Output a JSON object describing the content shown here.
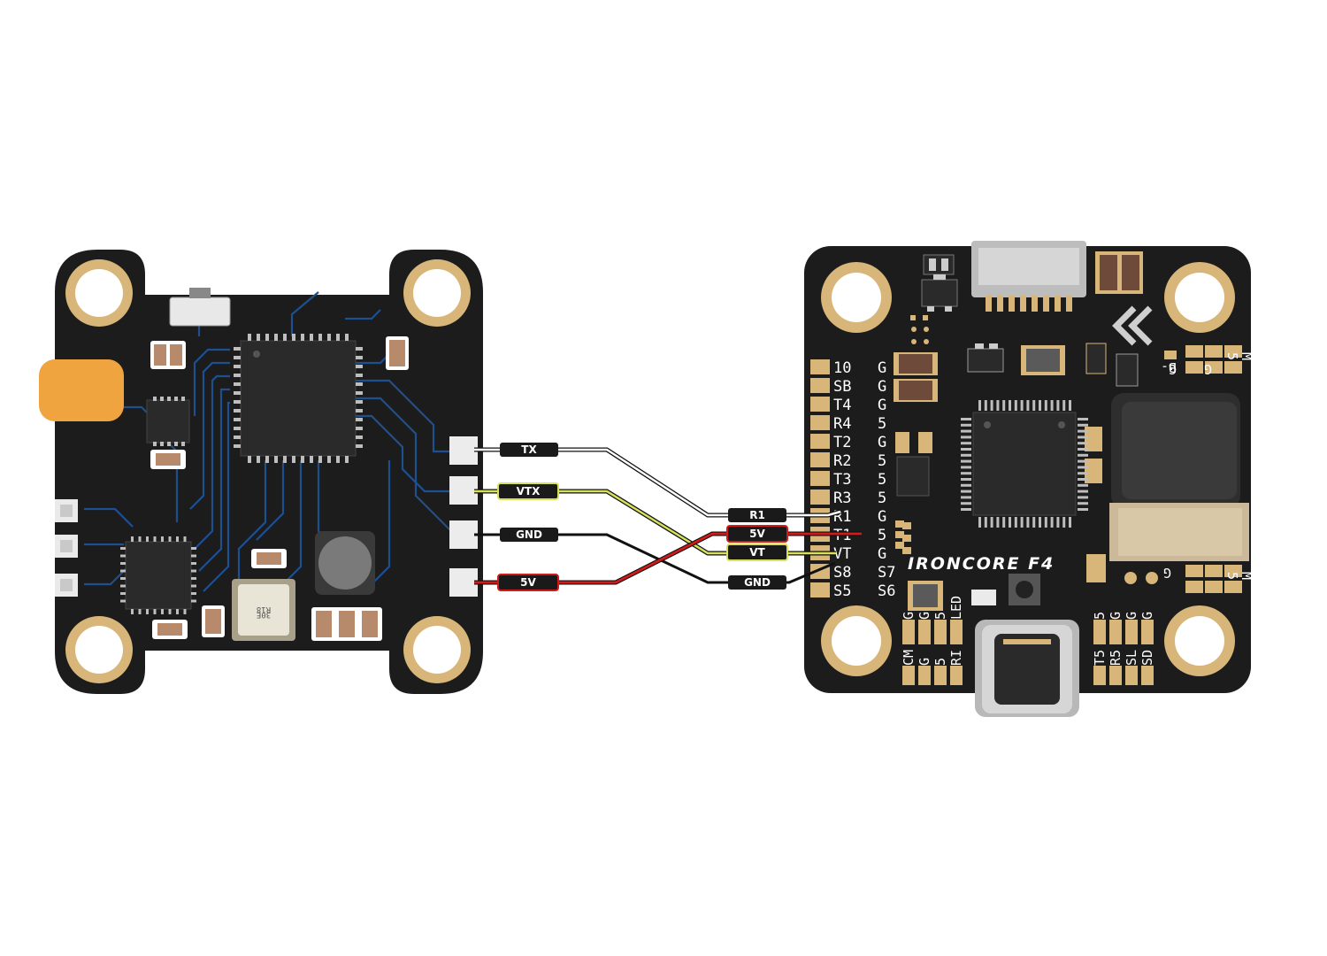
{
  "fc_board": {
    "brand": "IRONCORE F4",
    "left_pads": [
      "10",
      "SB",
      "T4",
      "R4",
      "T2",
      "R2",
      "T3",
      "R3",
      "R1",
      "T1",
      "VT",
      "S8",
      "S5"
    ],
    "right_pads": [
      "G",
      "G",
      "G",
      "5",
      "G",
      "5",
      "5",
      "5",
      "G",
      "5",
      "G",
      "S7",
      "S6"
    ],
    "bottom_left_pads_top": [
      "G",
      "G",
      "5",
      "LED"
    ],
    "bottom_left_pads_bottom": [
      "CM",
      "G",
      "5",
      "RI"
    ],
    "bottom_right_pads_top": [
      "5",
      "G",
      "G",
      "G"
    ],
    "bottom_right_pads_bottom": [
      "T5",
      "R5",
      "SL",
      "SD"
    ],
    "top_right_labels": [
      "B-",
      "G",
      "5",
      "G",
      "M"
    ],
    "side_right_labels": [
      "G",
      "5",
      "M"
    ]
  },
  "vtx_board": {
    "crystal_text_line1": "30E",
    "crystal_text_line2": "R18"
  },
  "wires": [
    {
      "vtx_label": "TX",
      "fc_label": "R1",
      "color": "#ffffff"
    },
    {
      "vtx_label": "VTX",
      "fc_label": "VT",
      "color": "#d6e05a"
    },
    {
      "vtx_label": "GND",
      "fc_label": "GND",
      "color": "#111111"
    },
    {
      "vtx_label": "5V",
      "fc_label": "5V",
      "color": "#d11a1a"
    }
  ],
  "colors": {
    "pcb": "#1c1c1c",
    "gold": "#d8b578",
    "trace": "#1e4f8f",
    "white_wire": "#ffffff",
    "yellow_wire": "#d6e05a",
    "black_wire": "#111111",
    "red_wire": "#d11a1a",
    "antenna_cap": "#f0a440"
  }
}
